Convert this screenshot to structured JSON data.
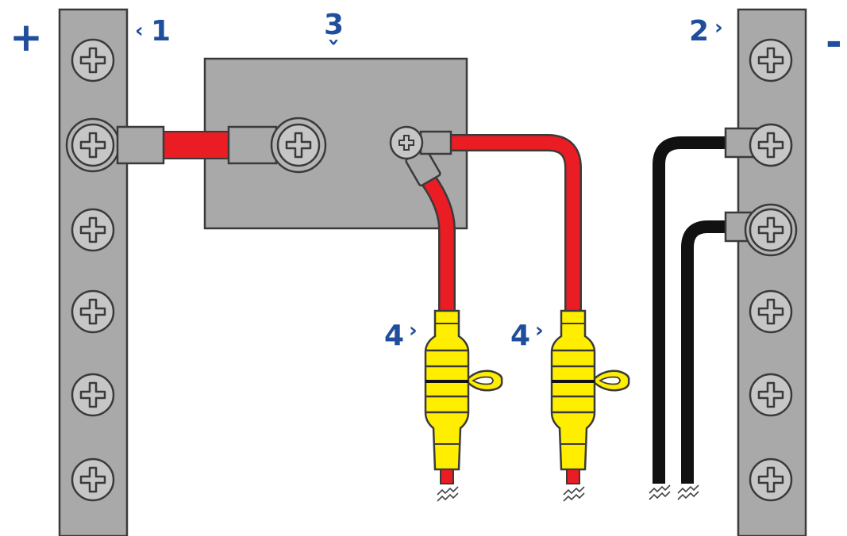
{
  "labels": {
    "plus": "+",
    "minus": "-",
    "positive_busbar": "1",
    "negative_busbar": "2",
    "block": "3",
    "fuse_1": "4",
    "fuse_2": "4"
  },
  "colors": {
    "accent": "#1f4e9c",
    "busbar": "#a9a9a9",
    "screw": "#c6c6c6",
    "block": "#a9a9a9",
    "positive_wire": "#ea1c24",
    "negative_wire": "#111111",
    "fuse": "#ffee00",
    "outline": "#3a3a3a"
  },
  "icons": {
    "screw": "phillips-screw-icon",
    "cut": "wire-cut-icon"
  }
}
